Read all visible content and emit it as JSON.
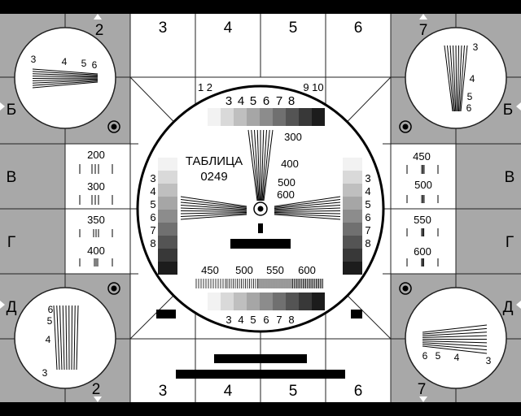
{
  "colors": {
    "gray": "#a8a8a8",
    "white": "#ffffff",
    "black": "#000000",
    "line": "#222222"
  },
  "title": {
    "line1": "ТАБЛИЦА",
    "line2": "0249"
  },
  "edge_top_numbers": [
    "3",
    "4",
    "5",
    "6"
  ],
  "edge_bottom_numbers": [
    "3",
    "4",
    "5",
    "6"
  ],
  "corner_numbers": {
    "tl": "2",
    "tr": "7",
    "bl": "2",
    "br": "7"
  },
  "side_letters": {
    "left": [
      "Б",
      "В",
      "Г",
      "Д"
    ],
    "right": [
      "Б",
      "В",
      "Г",
      "Д"
    ]
  },
  "top_marks": {
    "left": "1 2",
    "right": "9 10"
  },
  "steps_top_labels": [
    "3",
    "4",
    "5",
    "6",
    "7",
    "8"
  ],
  "steps_bottom_labels": [
    "3",
    "4",
    "5",
    "6",
    "7",
    "8"
  ],
  "steps_side_labels": [
    "3",
    "4",
    "5",
    "6",
    "7",
    "8"
  ],
  "center_wedge_labels": [
    "300",
    "400",
    "500",
    "600"
  ],
  "bottom_freq_labels": [
    "450",
    "500",
    "550",
    "600"
  ],
  "left_panel_labels": [
    "200",
    "300",
    "350",
    "400"
  ],
  "right_panel_labels": [
    "450",
    "500",
    "550",
    "600"
  ],
  "corner_circle_labels": {
    "tl": [
      "3",
      "4",
      "5",
      "6"
    ],
    "tr": [
      "3",
      "4",
      "5",
      "6"
    ],
    "bl": [
      "6",
      "5",
      "4",
      "3"
    ],
    "br": [
      "6",
      "5",
      "4",
      "3"
    ]
  }
}
